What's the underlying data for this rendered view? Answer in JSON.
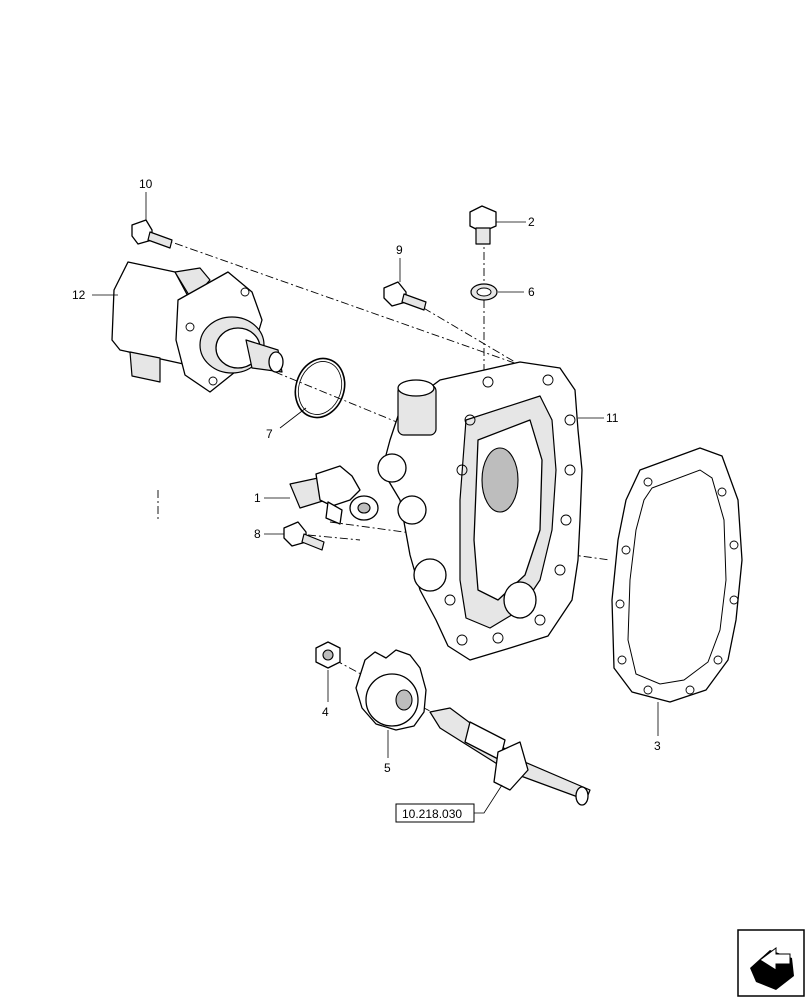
{
  "callouts": [
    {
      "id": "10",
      "label": "10"
    },
    {
      "id": "12",
      "label": "12"
    },
    {
      "id": "7",
      "label": "7"
    },
    {
      "id": "9",
      "label": "9"
    },
    {
      "id": "2",
      "label": "2"
    },
    {
      "id": "6",
      "label": "6"
    },
    {
      "id": "11",
      "label": "11"
    },
    {
      "id": "1",
      "label": "1"
    },
    {
      "id": "8",
      "label": "8"
    },
    {
      "id": "4",
      "label": "4"
    },
    {
      "id": "5",
      "label": "5"
    },
    {
      "id": "3",
      "label": "3"
    }
  ],
  "reference": {
    "label": "10.218.030"
  },
  "nav_icon": "next-page-arrow-icon"
}
